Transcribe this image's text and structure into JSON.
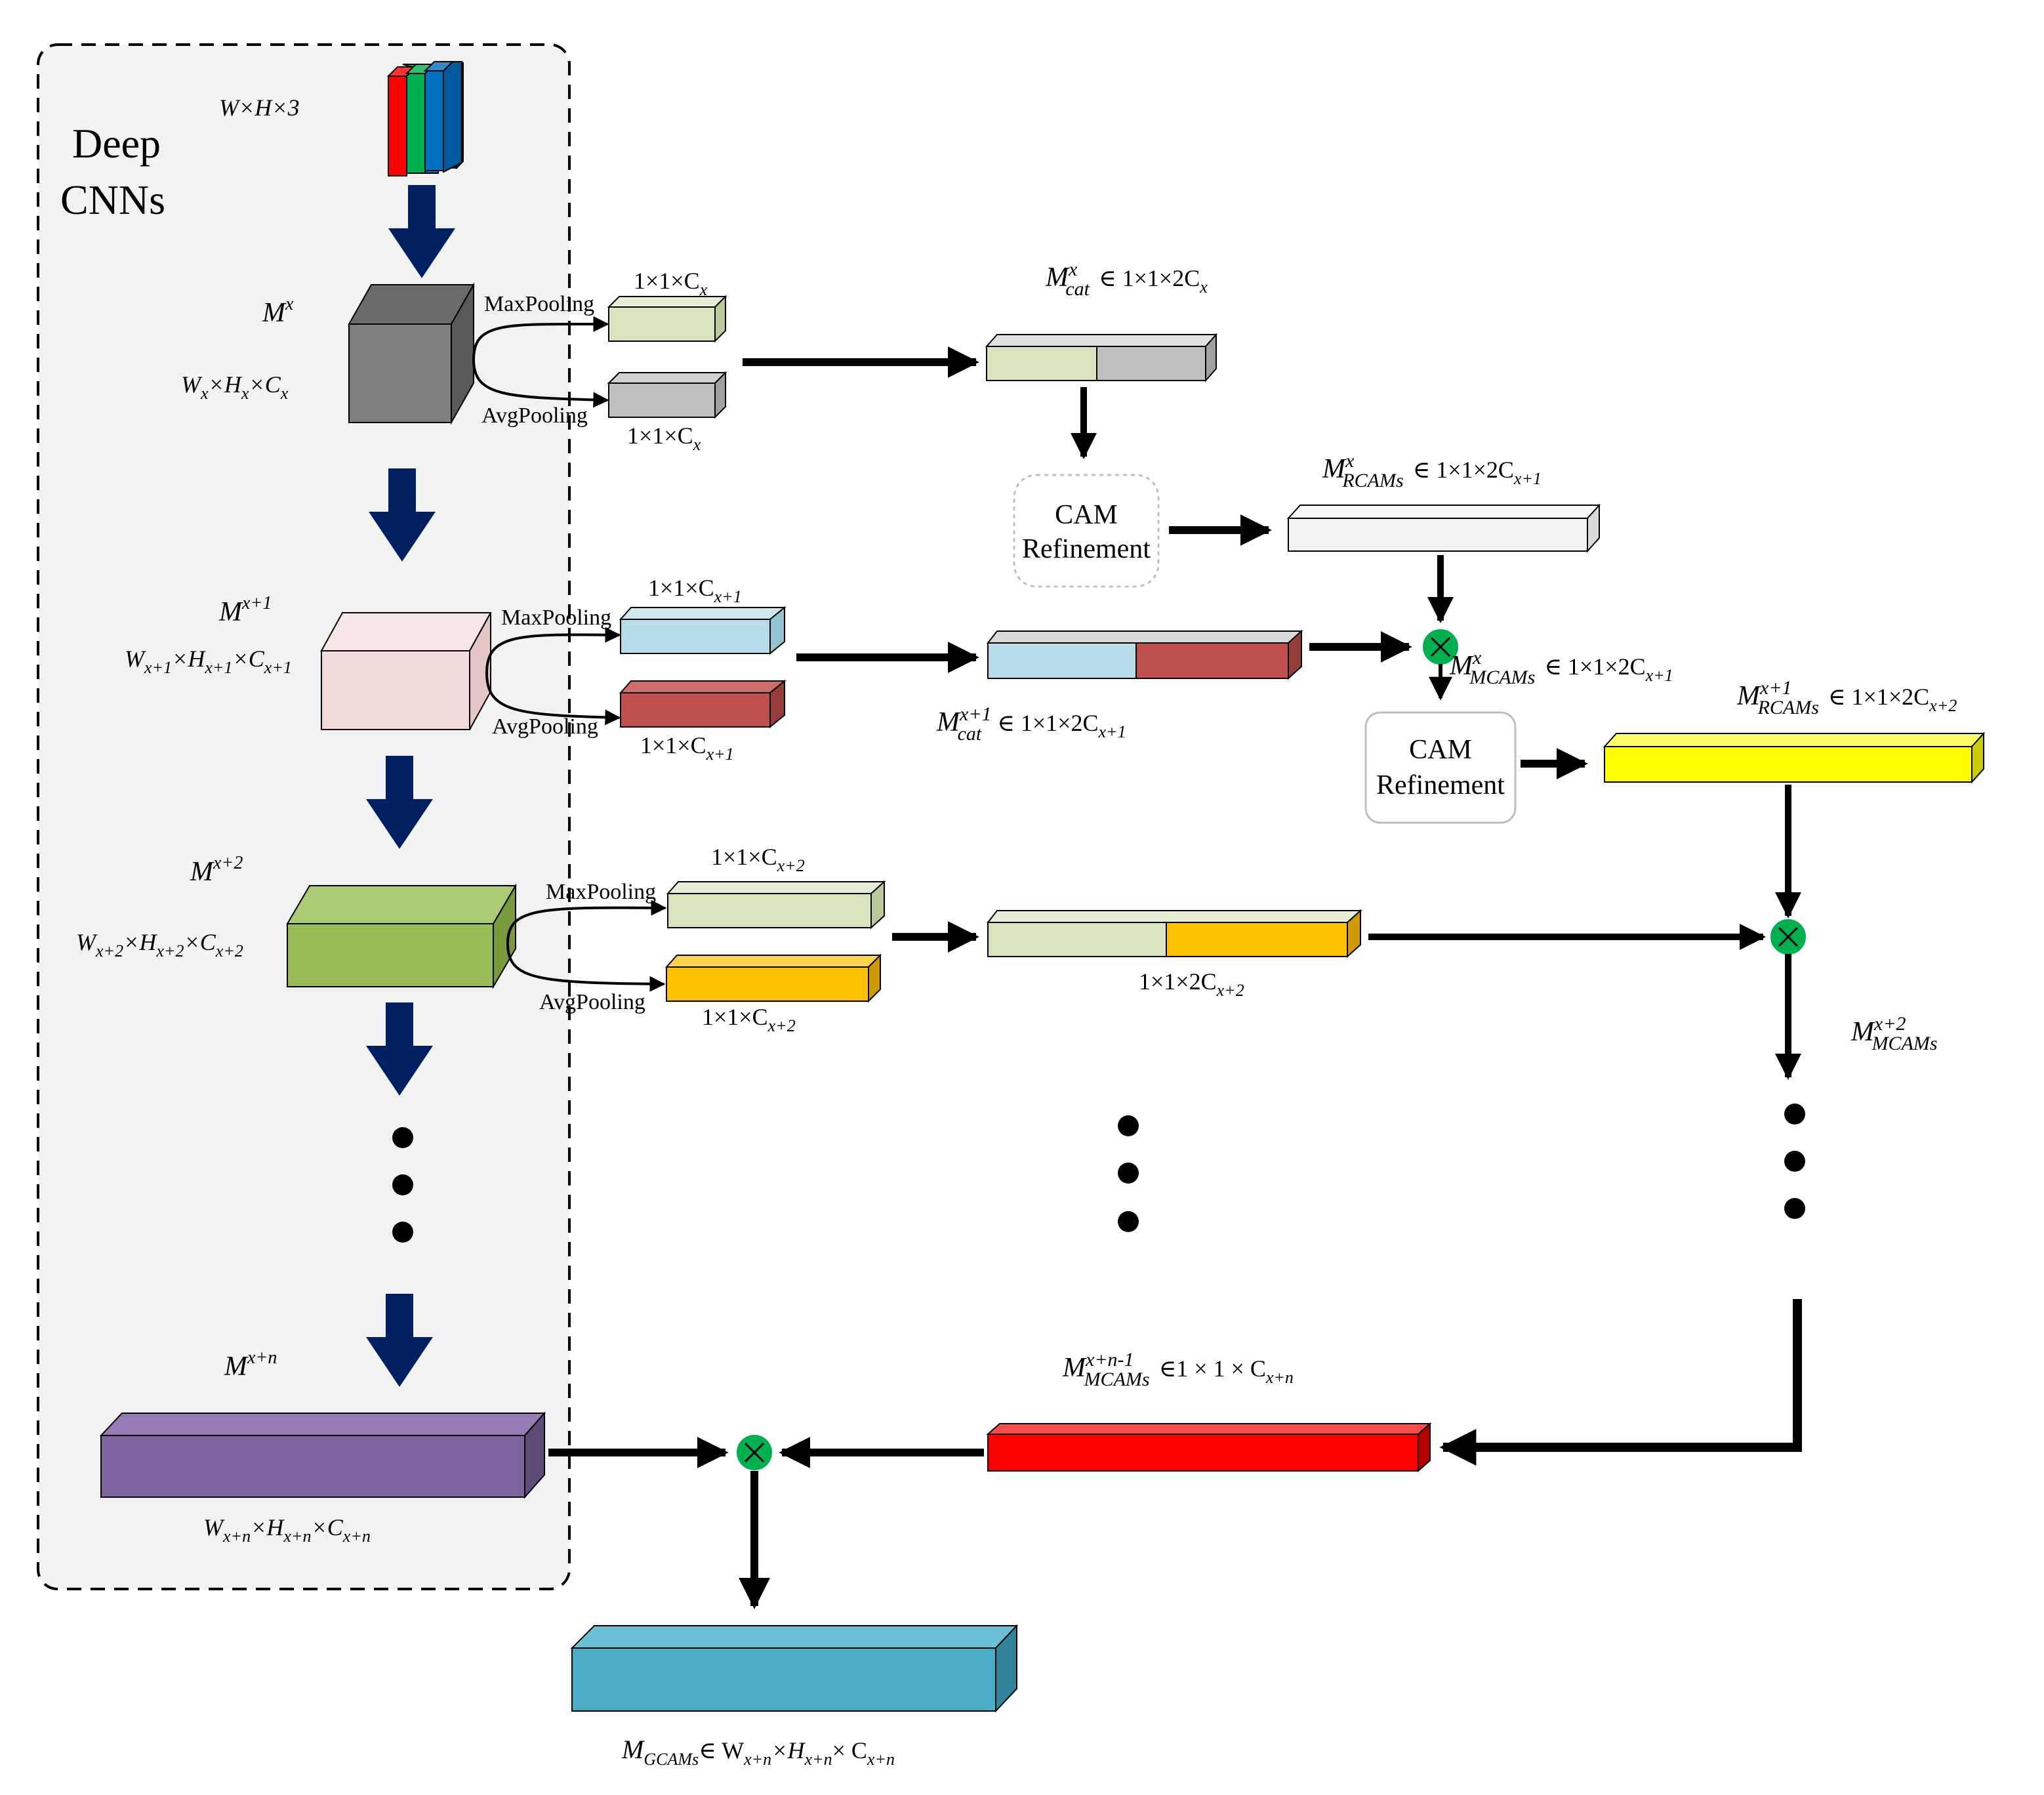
{
  "panel": {
    "title_line1": "Deep",
    "title_line2": "CNNs"
  },
  "input": {
    "dims": "W×H×3",
    "colors": [
      "#ff0000",
      "#00b050",
      "#0070c0"
    ]
  },
  "pooling": {
    "max": "MaxPooling",
    "avg": "AvgPooling"
  },
  "level_x": {
    "map": "M",
    "map_sup": "x",
    "dims": {
      "w": "W",
      "w_sub": "x",
      "h": "H",
      "h_sub": "x",
      "c": "C",
      "c_sub": "x"
    },
    "max_out": {
      "prefix": "1×1×C",
      "sub": "x"
    },
    "avg_out": {
      "prefix": "1×1×C",
      "sub": "x"
    },
    "cat": {
      "base": "M",
      "sup": "x",
      "sub": "cat",
      "rest": "∈ 1×1×2C",
      "rest_sub": "x"
    },
    "color": "#7f7f7f"
  },
  "level_x1": {
    "map": "M",
    "map_sup": "x+1",
    "dims": {
      "w": "W",
      "w_sub": "x+1",
      "h": "H",
      "h_sub": "x+1",
      "c": "C",
      "c_sub": "x+1"
    },
    "max_out": {
      "prefix": "1×1×C",
      "sub": "x+1"
    },
    "avg_out": {
      "prefix": "1×1×C",
      "sub": "x+1"
    },
    "cat": {
      "base": "M",
      "sup": "x+1",
      "sub": "cat",
      "rest": "∈ 1×1×2C",
      "rest_sub": "x+1"
    },
    "color": "#f2dcdb"
  },
  "level_x2": {
    "map": "M",
    "map_sup": "x+2",
    "dims": {
      "w": "W",
      "w_sub": "x+2",
      "h": "H",
      "h_sub": "x+2",
      "c": "C",
      "c_sub": "x+2"
    },
    "max_out": {
      "prefix": "1×1×C",
      "sub": "x+2"
    },
    "avg_out": {
      "prefix": "1×1×C",
      "sub": "x+2"
    },
    "cat": {
      "prefix": "1×1×2C",
      "sub": "x+2"
    },
    "color": "#9bbb59"
  },
  "level_xn": {
    "map": "M",
    "map_sup": "x+n",
    "dims": {
      "w": "W",
      "w_sub": "x+n",
      "h": "H",
      "h_sub": "x+n",
      "c": "C",
      "c_sub": "x+n"
    },
    "color": "#8064a2"
  },
  "cam_refinement": {
    "line1": "CAM",
    "line2": "Refinement"
  },
  "rcams_x": {
    "base": "M",
    "sup": "x",
    "sub": "RCAMs",
    "rest": "∈  1×1×2C",
    "rest_sub": "x+1",
    "color": "#f2f2f2"
  },
  "mcams_x": {
    "base": "M",
    "sup": "x",
    "sub": "MCAMs",
    "rest": "∈ 1×1×2C",
    "rest_sub": "x+1"
  },
  "rcams_x1": {
    "base": "M",
    "sup": "x+1",
    "sub": "RCAMs",
    "rest": "∈  1×1×2C",
    "rest_sub": "x+2",
    "color": "#ffff00"
  },
  "mcams_x2": {
    "base": "M",
    "sup": "x+2",
    "sub": "MCAMs"
  },
  "mcams_xn1": {
    "base": "M",
    "sup": "x+n-1",
    "sub": "MCAMs",
    "rest": "∈1 × 1 × C",
    "rest_sub": "x+n",
    "color": "#ff0000"
  },
  "gcams": {
    "base": "M",
    "sub": "GCAMs",
    "rest": "∈ W",
    "w_sub": "x+n",
    "h": "×H",
    "h_sub": "x+n",
    "c": "× C",
    "c_sub": "x+n",
    "color": "#4bacc6"
  },
  "colors": {
    "panel_bg": "#f2f2f2",
    "arrow_blue": "#002060",
    "multiply": "#00b050",
    "cat_x_left": "#d7e4bd",
    "cat_x_right": "#bfbfbf",
    "cat_x1_left": "#b7dee8",
    "cat_x1_right": "#c0504d",
    "cat_x2_left": "#d7e4bd",
    "cat_x2_right": "#ffc000"
  }
}
